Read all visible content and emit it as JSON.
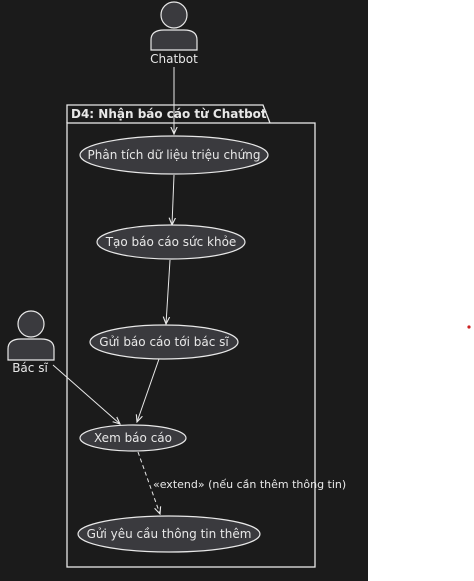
{
  "diagram": {
    "package": {
      "title": "D4: Nhận báo cáo từ Chatbot"
    },
    "actors": {
      "chatbot": "Chatbot",
      "doctor": "Bác sĩ"
    },
    "use_cases": {
      "analyze": "Phân tích dữ liệu triệu chứng",
      "create_report": "Tạo báo cáo sức khỏe",
      "send_report": "Gửi báo cáo tới bác sĩ",
      "view_report": "Xem báo cáo",
      "request_info": "Gửi yêu cầu thông tin thêm"
    },
    "edges": {
      "extend_label": "«extend» (nếu cần thêm thông tin)"
    },
    "colors": {
      "background": "#1b1b1b",
      "stroke": "#e8e8e8",
      "usecase_fill": "#3a3a3e",
      "actor_fill": "#3a3a3e",
      "marker": "#cc2222"
    }
  }
}
